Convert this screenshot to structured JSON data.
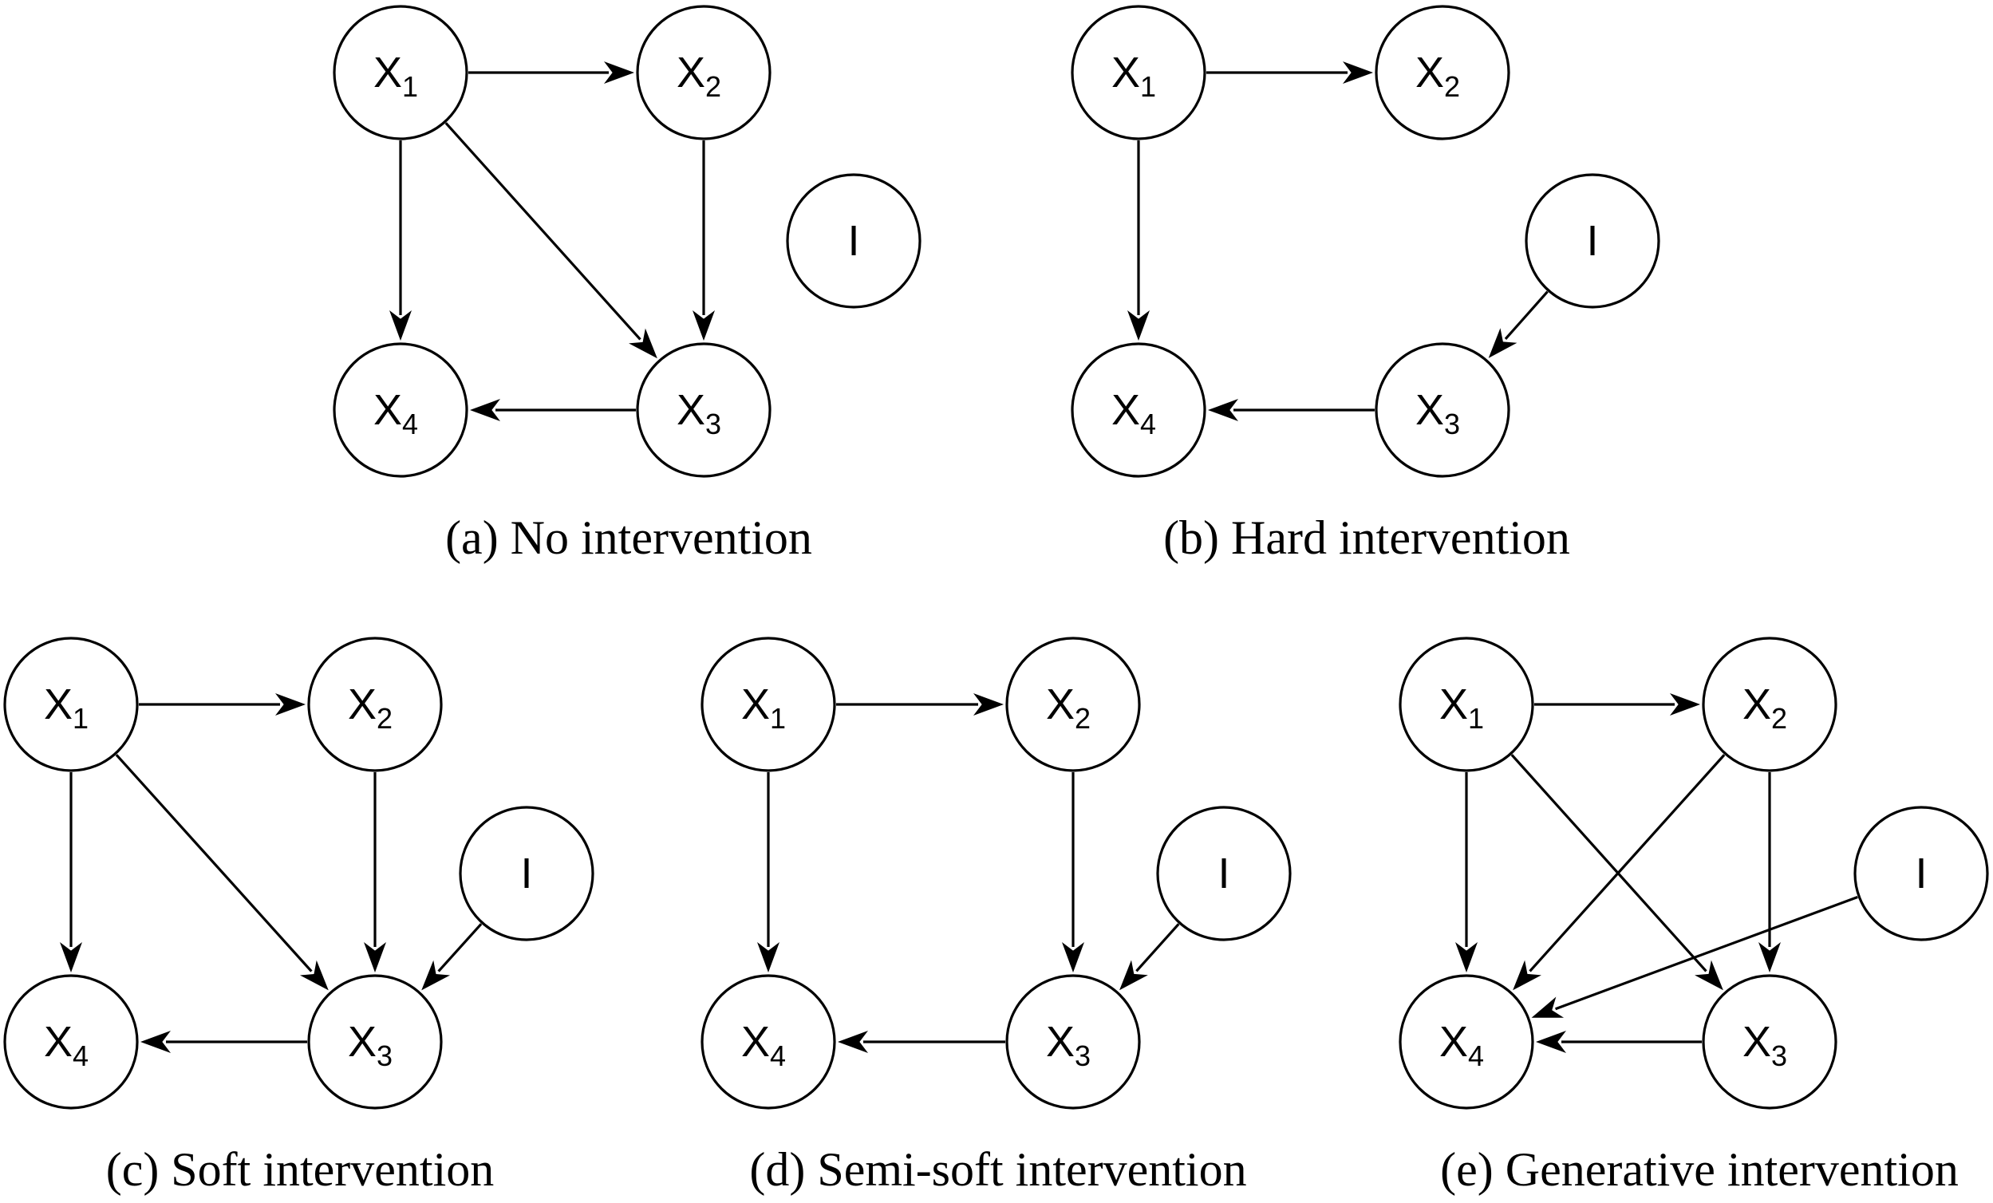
{
  "diagrams": [
    {
      "id": "a",
      "caption": "(a) No intervention",
      "nodes": [
        {
          "id": "x1",
          "label": "X",
          "sub": "1"
        },
        {
          "id": "x2",
          "label": "X",
          "sub": "2"
        },
        {
          "id": "x3",
          "label": "X",
          "sub": "3"
        },
        {
          "id": "x4",
          "label": "X",
          "sub": "4"
        },
        {
          "id": "i",
          "label": "I",
          "sub": ""
        }
      ],
      "edges": [
        [
          "x1",
          "x2"
        ],
        [
          "x1",
          "x4"
        ],
        [
          "x1",
          "x3"
        ],
        [
          "x2",
          "x3"
        ],
        [
          "x3",
          "x4"
        ]
      ]
    },
    {
      "id": "b",
      "caption": "(b) Hard intervention",
      "nodes": [
        {
          "id": "x1",
          "label": "X",
          "sub": "1"
        },
        {
          "id": "x2",
          "label": "X",
          "sub": "2"
        },
        {
          "id": "x3",
          "label": "X",
          "sub": "3"
        },
        {
          "id": "x4",
          "label": "X",
          "sub": "4"
        },
        {
          "id": "i",
          "label": "I",
          "sub": ""
        }
      ],
      "edges": [
        [
          "x1",
          "x2"
        ],
        [
          "x1",
          "x4"
        ],
        [
          "i",
          "x3"
        ],
        [
          "x3",
          "x4"
        ]
      ]
    },
    {
      "id": "c",
      "caption": "(c) Soft intervention",
      "nodes": [
        {
          "id": "x1",
          "label": "X",
          "sub": "1"
        },
        {
          "id": "x2",
          "label": "X",
          "sub": "2"
        },
        {
          "id": "x3",
          "label": "X",
          "sub": "3"
        },
        {
          "id": "x4",
          "label": "X",
          "sub": "4"
        },
        {
          "id": "i",
          "label": "I",
          "sub": ""
        }
      ],
      "edges": [
        [
          "x1",
          "x2"
        ],
        [
          "x1",
          "x4"
        ],
        [
          "x1",
          "x3"
        ],
        [
          "x2",
          "x3"
        ],
        [
          "i",
          "x3"
        ],
        [
          "x3",
          "x4"
        ]
      ]
    },
    {
      "id": "d",
      "caption": "(d) Semi-soft intervention",
      "nodes": [
        {
          "id": "x1",
          "label": "X",
          "sub": "1"
        },
        {
          "id": "x2",
          "label": "X",
          "sub": "2"
        },
        {
          "id": "x3",
          "label": "X",
          "sub": "3"
        },
        {
          "id": "x4",
          "label": "X",
          "sub": "4"
        },
        {
          "id": "i",
          "label": "I",
          "sub": ""
        }
      ],
      "edges": [
        [
          "x1",
          "x2"
        ],
        [
          "x1",
          "x4"
        ],
        [
          "x2",
          "x3"
        ],
        [
          "i",
          "x3"
        ],
        [
          "x3",
          "x4"
        ]
      ]
    },
    {
      "id": "e",
      "caption": "(e) Generative intervention",
      "nodes": [
        {
          "id": "x1",
          "label": "X",
          "sub": "1"
        },
        {
          "id": "x2",
          "label": "X",
          "sub": "2"
        },
        {
          "id": "x3",
          "label": "X",
          "sub": "3"
        },
        {
          "id": "x4",
          "label": "X",
          "sub": "4"
        },
        {
          "id": "i",
          "label": "I",
          "sub": ""
        }
      ],
      "edges": [
        [
          "x1",
          "x2"
        ],
        [
          "x1",
          "x4"
        ],
        [
          "x1",
          "x3"
        ],
        [
          "x2",
          "x4"
        ],
        [
          "x2",
          "x3"
        ],
        [
          "i",
          "x4"
        ],
        [
          "x3",
          "x4"
        ]
      ]
    }
  ]
}
